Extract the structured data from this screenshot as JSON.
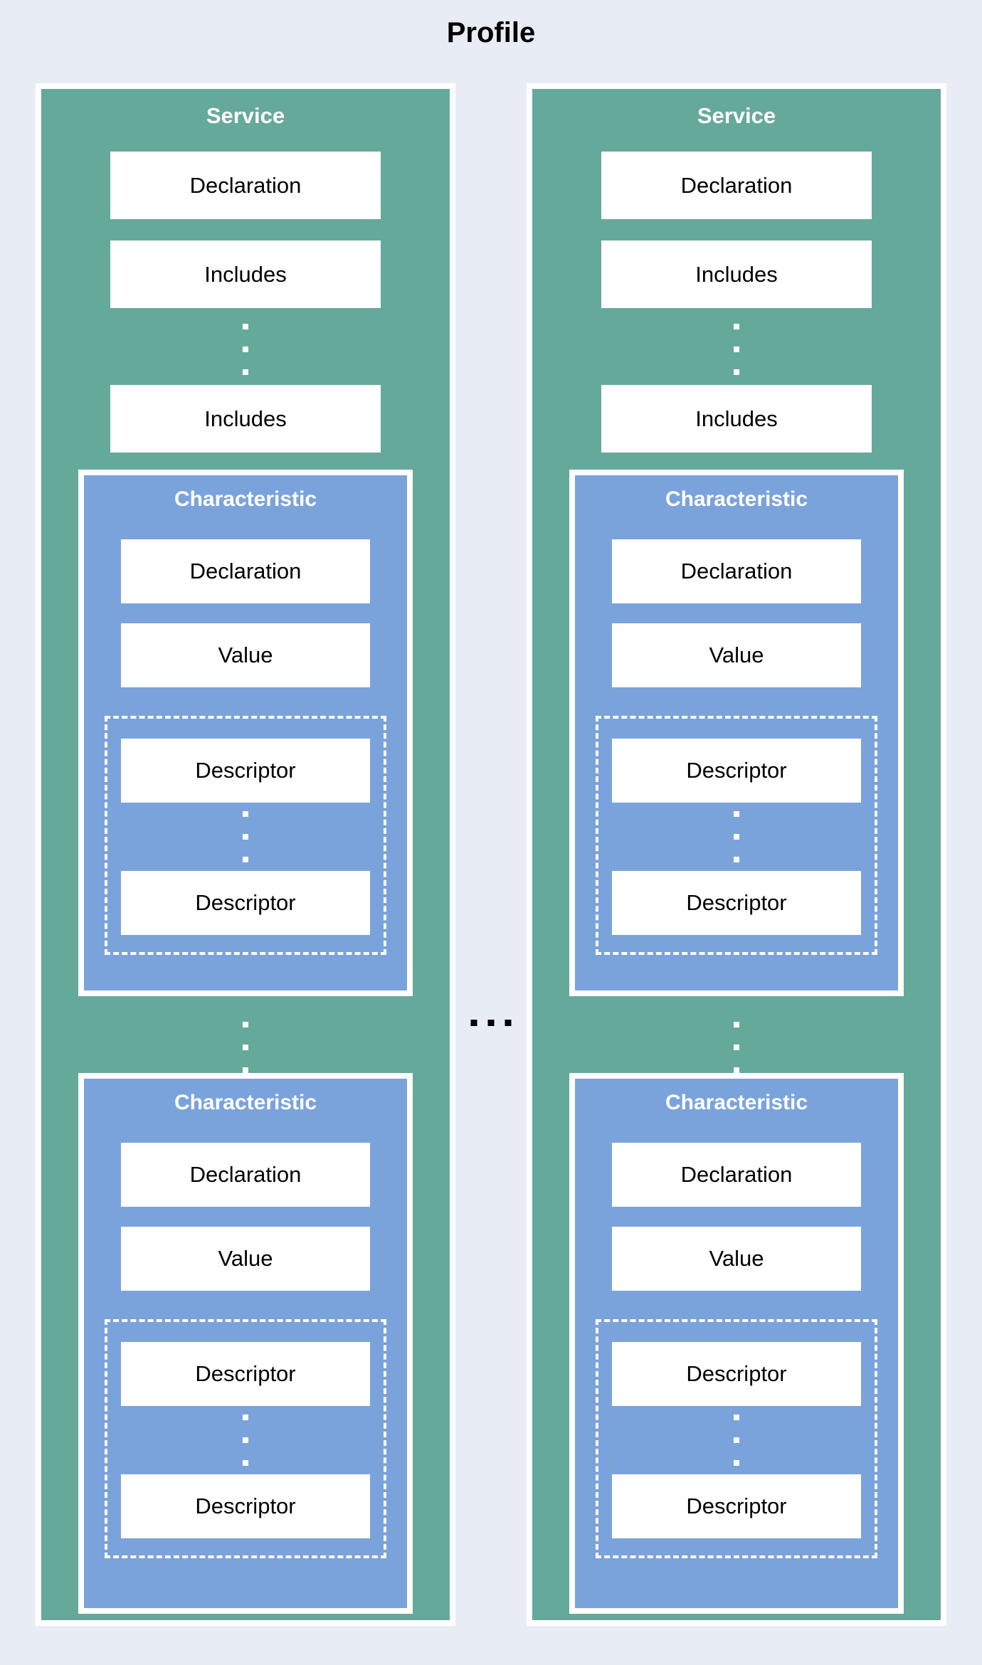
{
  "title": "Profile",
  "colors": {
    "background": "#e8edf5",
    "service_fill": "#65a99b",
    "characteristic_fill": "#7aa3dc",
    "inner_box_fill": "#ffffff",
    "title_text": "#000000",
    "section_title_text": "#ffffff"
  },
  "icons": {
    "vertical_ellipsis": "square-dots-vertical",
    "horizontal_ellipsis": "square-dots-horizontal"
  },
  "services": [
    {
      "title": "Service",
      "declaration": "Declaration",
      "includes": [
        "Includes",
        "Includes"
      ],
      "characteristics": [
        {
          "title": "Characteristic",
          "declaration": "Declaration",
          "value": "Value",
          "descriptors": [
            "Descriptor",
            "Descriptor"
          ]
        },
        {
          "title": "Characteristic",
          "declaration": "Declaration",
          "value": "Value",
          "descriptors": [
            "Descriptor",
            "Descriptor"
          ]
        }
      ]
    },
    {
      "title": "Service",
      "declaration": "Declaration",
      "includes": [
        "Includes",
        "Includes"
      ],
      "characteristics": [
        {
          "title": "Characteristic",
          "declaration": "Declaration",
          "value": "Value",
          "descriptors": [
            "Descriptor",
            "Descriptor"
          ]
        },
        {
          "title": "Characteristic",
          "declaration": "Declaration",
          "value": "Value",
          "descriptors": [
            "Descriptor",
            "Descriptor"
          ]
        }
      ]
    }
  ]
}
